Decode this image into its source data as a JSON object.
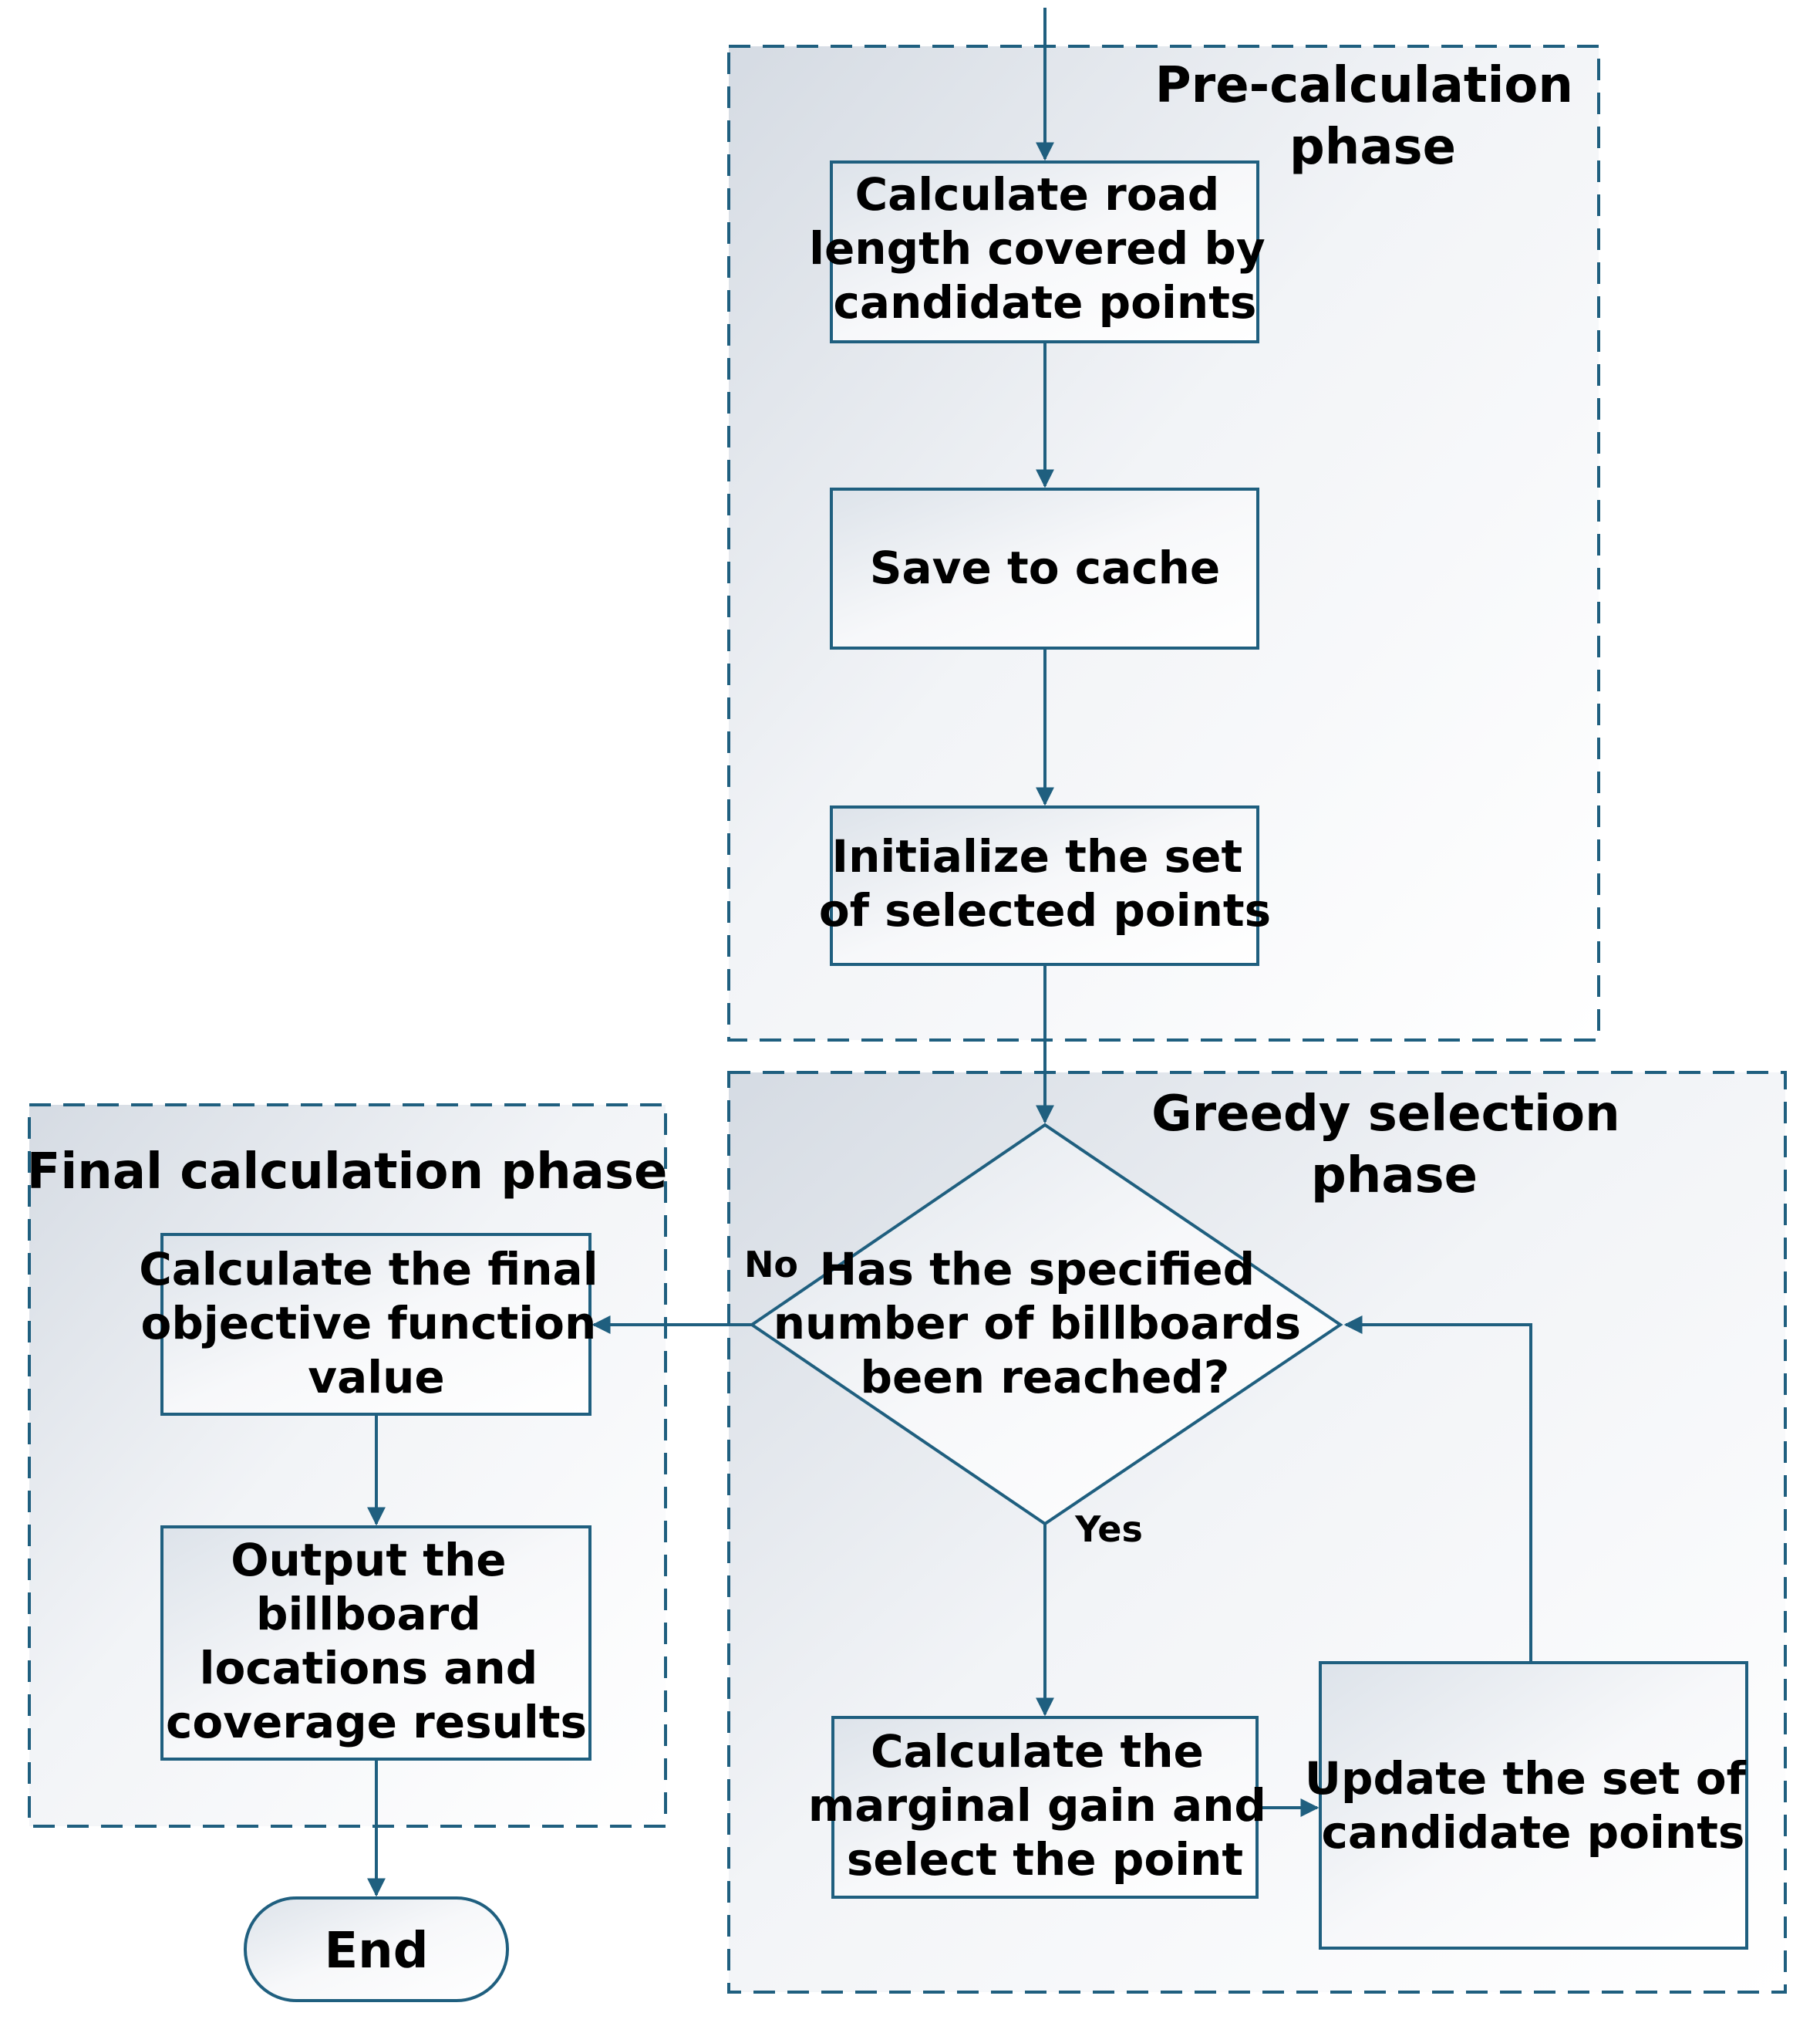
{
  "colors": {
    "stroke": "#1f5f7f",
    "text": "#000000",
    "box_fill_light": "#ffffff",
    "box_fill_shade": "#dde3ea"
  },
  "phases": {
    "pre_calculation": {
      "title": [
        "Pre-calculation",
        "phase"
      ]
    },
    "greedy_selection": {
      "title": [
        "Greedy selection",
        "phase"
      ]
    },
    "final_calculation": {
      "title": [
        "Final calculation phase"
      ]
    }
  },
  "nodes": {
    "calc_road_length": {
      "lines": [
        "Calculate road",
        "length covered by",
        "candidate points"
      ]
    },
    "save_cache": {
      "lines": [
        "Save to cache"
      ]
    },
    "init_selected": {
      "lines": [
        "Initialize the set",
        "of selected points"
      ]
    },
    "decision": {
      "lines": [
        "Has the specified",
        "number of billboards",
        "been reached?"
      ]
    },
    "calc_marginal": {
      "lines": [
        "Calculate the",
        "marginal gain and",
        "select the point"
      ]
    },
    "update_candidates": {
      "lines": [
        "Update the set of",
        "candidate points"
      ]
    },
    "calc_final": {
      "lines": [
        "Calculate the final",
        "objective function",
        "value"
      ]
    },
    "output_results": {
      "lines": [
        "Output the",
        "billboard",
        "locations and",
        "coverage results"
      ]
    },
    "end": {
      "lines": [
        "End"
      ]
    }
  },
  "edges": {
    "no_label": "No",
    "yes_label": "Yes"
  }
}
